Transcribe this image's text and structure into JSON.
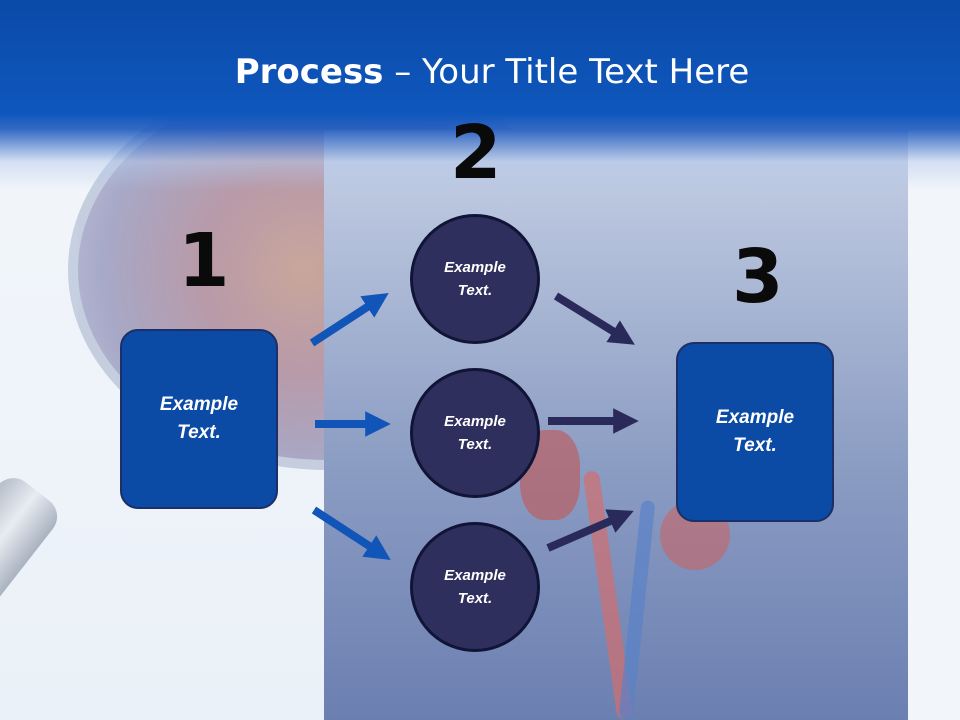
{
  "slide": {
    "title_bold": "Process",
    "title_rest": " – Your Title Text Here",
    "step_numbers": [
      "1",
      "2",
      "3"
    ],
    "left_box": "Example\nText.",
    "circles": [
      "Example\nText.",
      "Example\nText.",
      "Example\nText."
    ],
    "right_box": "Example\nText.",
    "colors": {
      "header": "#0f57bd",
      "box_fill": "#0b4aa5",
      "circle_fill": "#2f2f5d",
      "arrow_blue": "#1155b8",
      "arrow_dark": "#2a2a5a"
    }
  }
}
